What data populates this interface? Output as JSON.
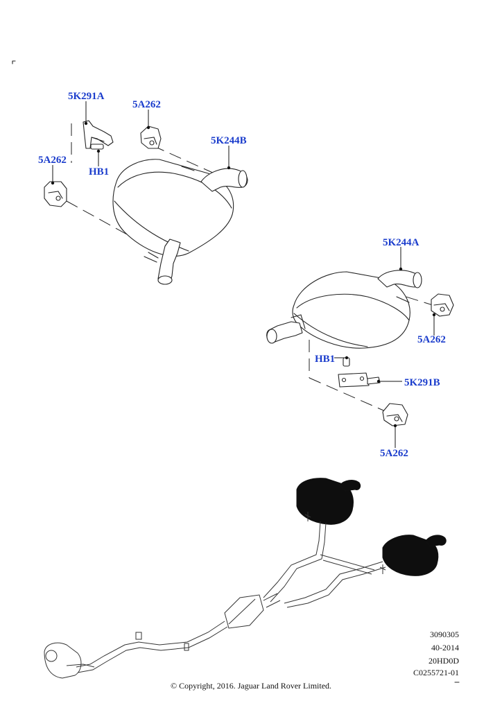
{
  "callouts": {
    "c1": "5K291A",
    "c2": "5A262",
    "c3": "5K244B",
    "c4": "5A262",
    "c5": "HB1",
    "c6": "5K244A",
    "c7": "5A262",
    "c8": "HB1",
    "c9": "5K291B",
    "c10": "5A262"
  },
  "reference": {
    "line1": "3090305",
    "line2": "40-2014",
    "line3": "20HD0D",
    "line4": "C0255721-01"
  },
  "copyright": "© Copyright, 2016. Jaguar Land Rover Limited.",
  "colors": {
    "callout": "#1a3ccc",
    "ink": "#222222"
  }
}
